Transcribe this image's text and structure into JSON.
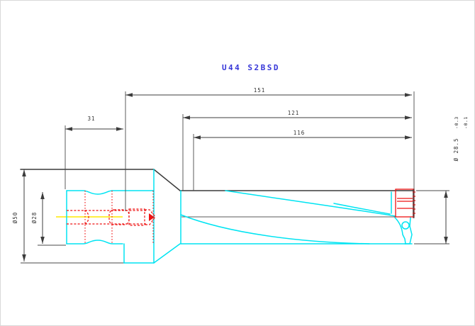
{
  "title": {
    "text": "U44 S2BSD",
    "color": "#3636d8"
  },
  "drawing": {
    "kind": "indexable-insert-drill-side-view",
    "line_colors": {
      "visible_edges_cyan": "#00e4f2",
      "profile_black": "#3a3a3a",
      "hidden_detail_red": "#ee1212",
      "centerline_yellow": "#ffe900",
      "dimension_lines": "#3c3c3c"
    }
  },
  "dimensions": {
    "overall_length": {
      "label": "151"
    },
    "flute_length_121": {
      "label": "121"
    },
    "flute_length_116": {
      "label": "116"
    },
    "shank_length": {
      "label": "31"
    },
    "flange_diameter": {
      "label": "Ø50"
    },
    "shank_diameter": {
      "label": "Ø28"
    },
    "cutting_diameter": {
      "main": "Ø 28.5",
      "tol_upper": "-0.3",
      "tol_lower": "-0.1"
    }
  }
}
